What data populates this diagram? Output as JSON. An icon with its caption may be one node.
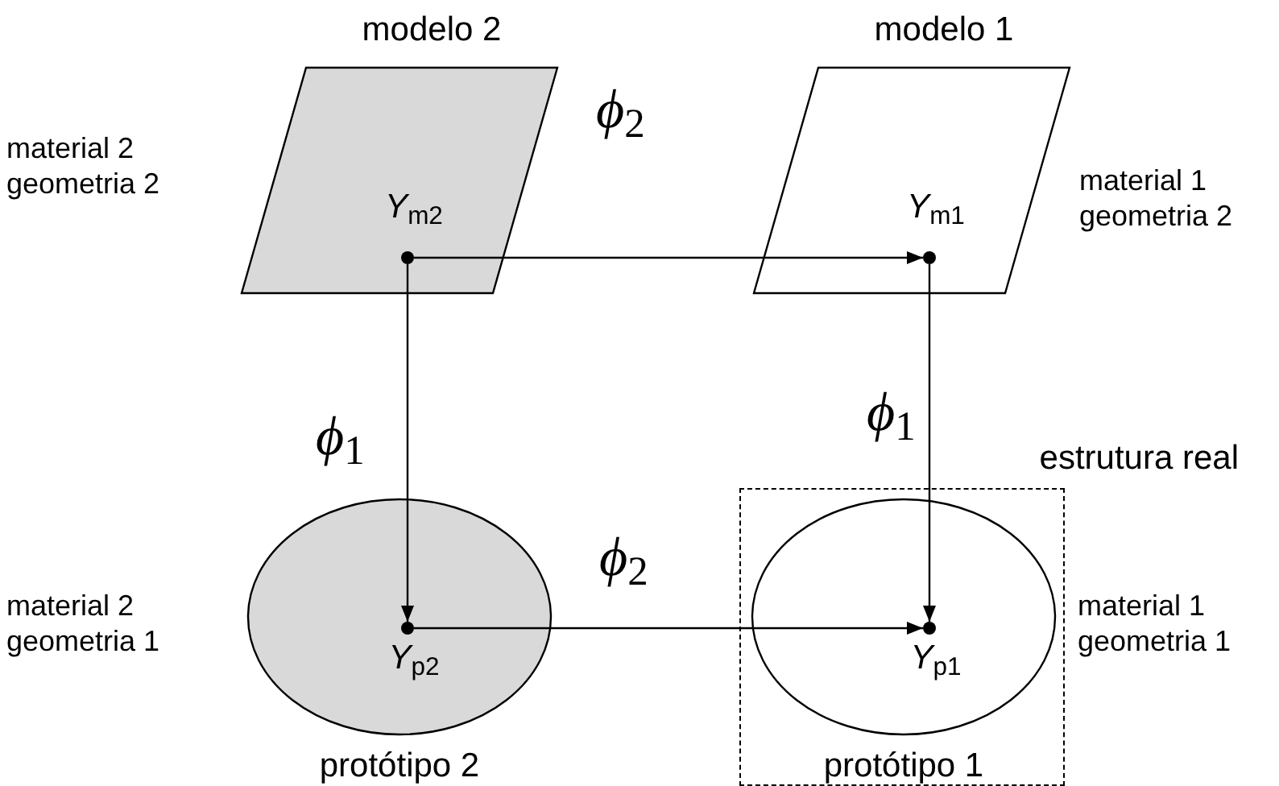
{
  "diagram": {
    "nodes": [
      {
        "text": [
          "modelo 2"
        ],
        "beside": [
          "material 2 geometria 2"
        ]
      },
      {
        "text": [],
        "shape": "circle",
        "in": 0,
        "beside": [
          "*Y*$_{m2}$"
        ]
      },
      {
        "text": [
          "modelo 1"
        ],
        "beside": [
          "material 1 geometria 2"
        ]
      },
      {
        "text": [],
        "shape": "circle",
        "in": 2,
        "beside": [
          "*Y*$_{m1}$"
        ]
      },
      {
        "text": [
          "protótipo 2"
        ],
        "beside": [
          "material 2 geometria 1"
        ]
      },
      {
        "text": [],
        "shape": "circle",
        "in": 4,
        "beside": [
          "*Y*$_{p2}$"
        ]
      },
      {
        "text": [
          "estrutura real"
        ]
      },
      {
        "text": [
          "protótipo 1"
        ],
        "in": 6,
        "beside": [
          "material 1 geometria 1"
        ]
      },
      {
        "text": [],
        "shape": "circle",
        "in": 7,
        "beside": [
          "*Y*$_{p1}$"
        ]
      }
    ],
    "edges": [
      {
        "from": 1,
        "to": 3,
        "arrow": "to",
        "label": "*ϕ*$_{2}$"
      },
      {
        "from": 1,
        "to": 5,
        "arrow": "to",
        "label": "*ϕ*$_{1}$"
      },
      {
        "from": 3,
        "to": 8,
        "arrow": "to",
        "label": "*ϕ*$_{1}$"
      },
      {
        "from": 5,
        "to": 8,
        "arrow": "to",
        "label": "*ϕ*$_{2}$"
      }
    ]
  }
}
